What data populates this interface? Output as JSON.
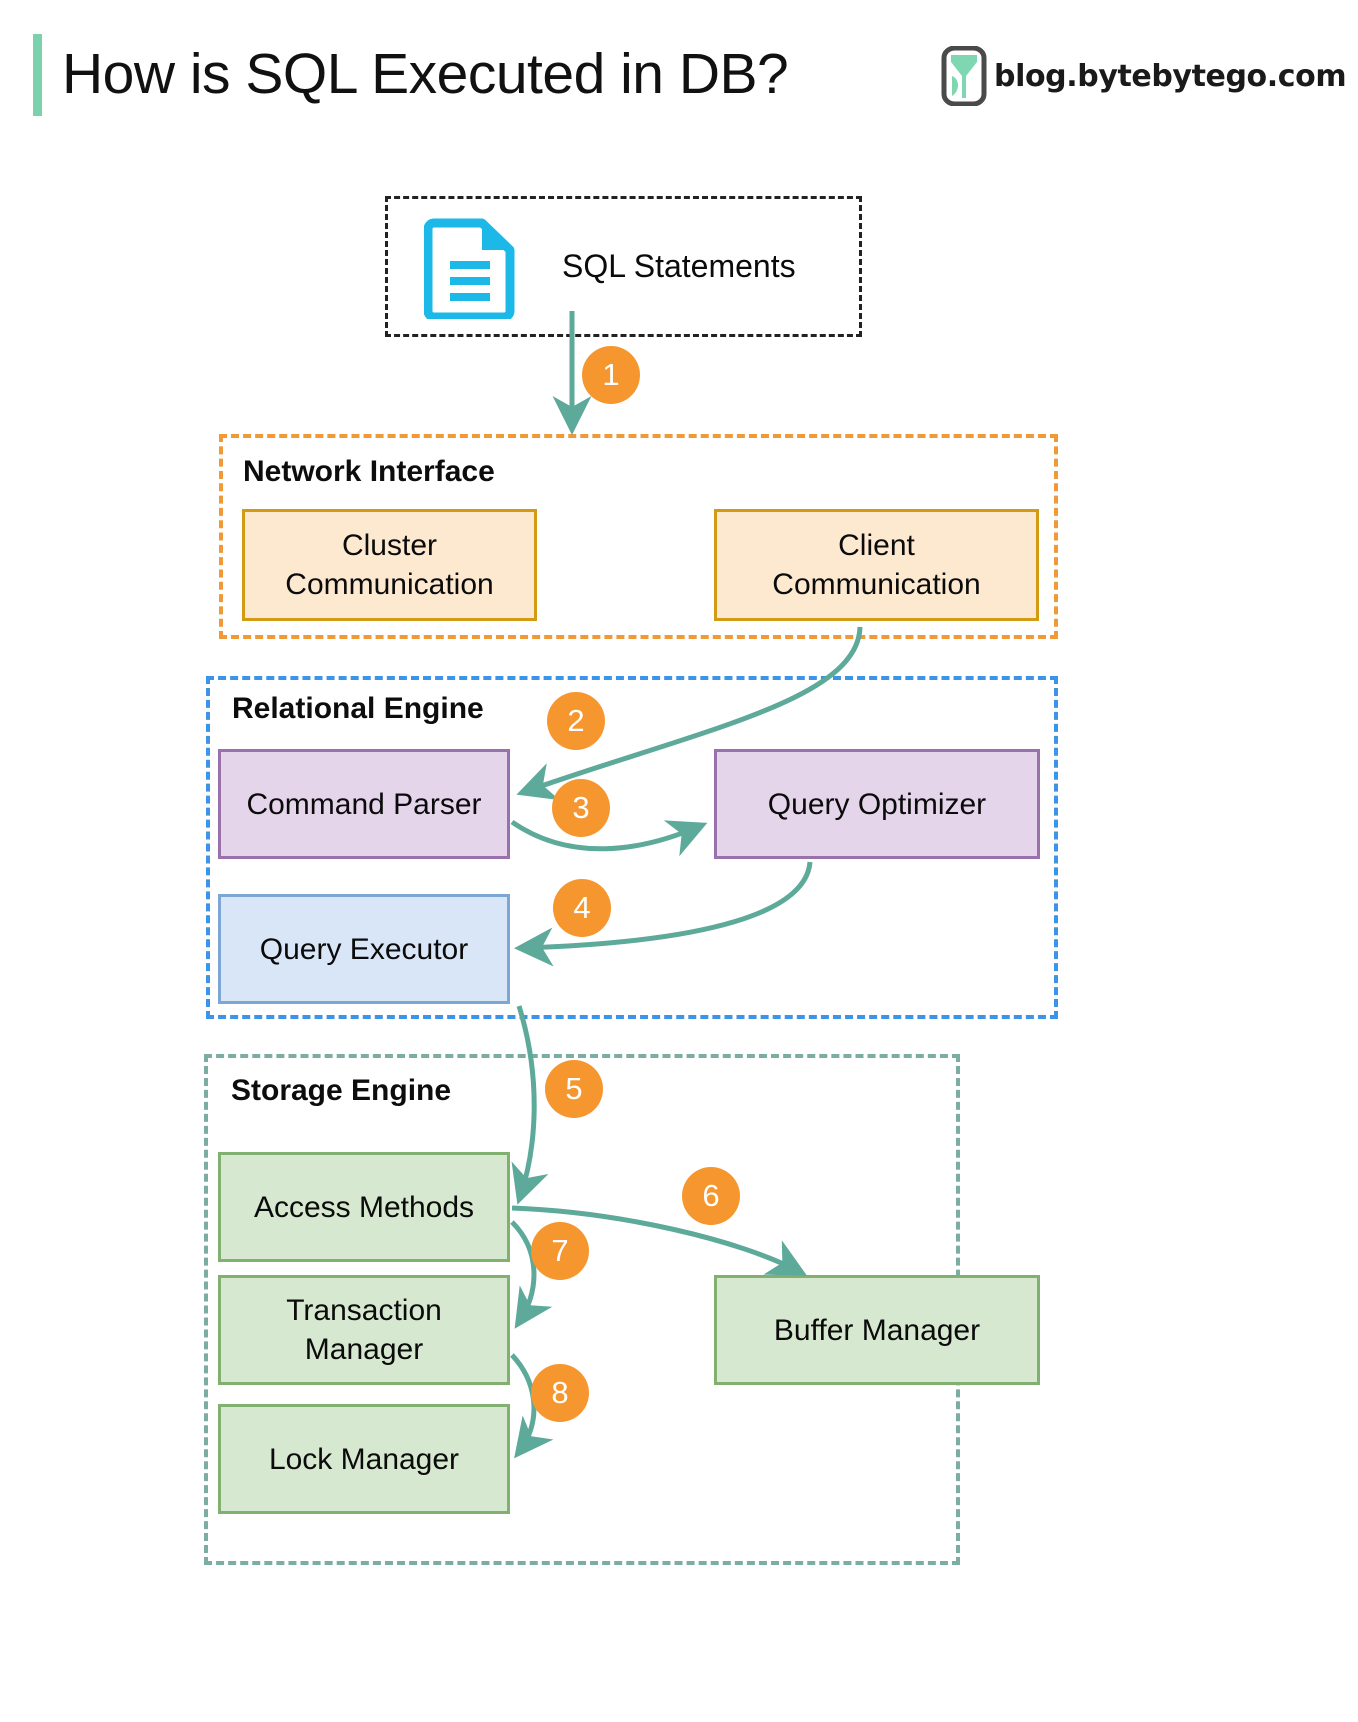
{
  "header": {
    "title": "How is SQL Executed in DB?",
    "brand": "blog.bytebytego.com",
    "accent_color": "#79d2ab",
    "logo_icon": "bytebytego-logo-icon"
  },
  "source": {
    "label": "SQL Statements",
    "icon": "document-icon",
    "icon_color": "#1cb8e8",
    "border_style": "dotted"
  },
  "groups": [
    {
      "id": "network-interface",
      "label": "Network Interface",
      "border_color": "#ef9937",
      "nodes": [
        {
          "id": "cluster-communication",
          "label": "Cluster\nCommunication",
          "fill": "#fde8d0",
          "stroke": "#d39a14"
        },
        {
          "id": "client-communication",
          "label": "Client\nCommunication",
          "fill": "#fde8d0",
          "stroke": "#d39a14"
        }
      ]
    },
    {
      "id": "relational-engine",
      "label": "Relational Engine",
      "border_color": "#3d93e8",
      "nodes": [
        {
          "id": "command-parser",
          "label": "Command Parser",
          "fill": "#e4d5ea",
          "stroke": "#9a72ab"
        },
        {
          "id": "query-optimizer",
          "label": "Query Optimizer",
          "fill": "#e4d5ea",
          "stroke": "#9a72ab"
        },
        {
          "id": "query-executor",
          "label": "Query Executor",
          "fill": "#d9e6f8",
          "stroke": "#7ea6d4"
        }
      ]
    },
    {
      "id": "storage-engine",
      "label": "Storage Engine",
      "border_color": "#7cada3",
      "nodes": [
        {
          "id": "access-methods",
          "label": "Access Methods",
          "fill": "#d6e8cf",
          "stroke": "#82b070"
        },
        {
          "id": "transaction-manager",
          "label": "Transaction\nManager",
          "fill": "#d6e8cf",
          "stroke": "#82b070"
        },
        {
          "id": "lock-manager",
          "label": "Lock Manager",
          "fill": "#d6e8cf",
          "stroke": "#82b070"
        },
        {
          "id": "buffer-manager",
          "label": "Buffer Manager",
          "fill": "#d6e8cf",
          "stroke": "#82b070"
        }
      ]
    }
  ],
  "nodes": {
    "cluster_communication_line1": "Cluster",
    "cluster_communication_line2": "Communication",
    "client_communication_line1": "Client",
    "client_communication_line2": "Communication",
    "command_parser": "Command Parser",
    "query_optimizer": "Query Optimizer",
    "query_executor": "Query Executor",
    "access_methods": "Access Methods",
    "transaction_manager_line1": "Transaction",
    "transaction_manager_line2": "Manager",
    "lock_manager": "Lock Manager",
    "buffer_manager": "Buffer Manager"
  },
  "group_labels": {
    "network_interface": "Network Interface",
    "relational_engine": "Relational Engine",
    "storage_engine": "Storage Engine"
  },
  "steps": [
    {
      "n": "1",
      "from": "sql-statements",
      "to": "network-interface"
    },
    {
      "n": "2",
      "from": "client-communication",
      "to": "command-parser"
    },
    {
      "n": "3",
      "from": "command-parser",
      "to": "query-optimizer"
    },
    {
      "n": "4",
      "from": "query-optimizer",
      "to": "query-executor"
    },
    {
      "n": "5",
      "from": "query-executor",
      "to": "access-methods"
    },
    {
      "n": "6",
      "from": "access-methods",
      "to": "buffer-manager"
    },
    {
      "n": "7",
      "from": "access-methods",
      "to": "transaction-manager"
    },
    {
      "n": "8",
      "from": "transaction-manager",
      "to": "lock-manager"
    }
  ],
  "step_labels": {
    "s1": "1",
    "s2": "2",
    "s3": "3",
    "s4": "4",
    "s5": "5",
    "s6": "6",
    "s7": "7",
    "s8": "8"
  },
  "colors": {
    "arrow": "#5da99a",
    "badge": "#f5962e",
    "badge_text": "#ffffff",
    "background": "#ffffff"
  }
}
